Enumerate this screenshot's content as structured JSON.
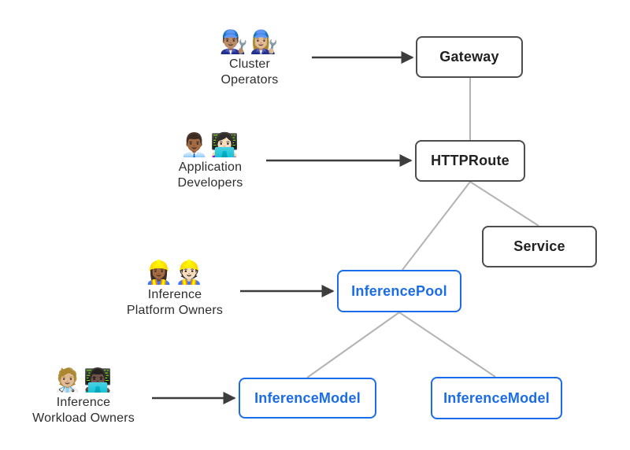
{
  "personas": [
    {
      "id": "cluster-operators",
      "emoji": "👨🏽‍🔧👩🏼‍🔧",
      "label_lines": [
        "Cluster",
        "Operators"
      ]
    },
    {
      "id": "application-developers",
      "emoji": "👨🏾‍💼👩🏻‍💻",
      "label_lines": [
        "Application",
        "Developers"
      ]
    },
    {
      "id": "inference-platform-owners",
      "emoji": "👷🏾‍♀️👷🏻",
      "label_lines": [
        "Inference",
        "Platform Owners"
      ]
    },
    {
      "id": "inference-workload-owners",
      "emoji": "🧑🏼‍⚕️👨🏿‍💻",
      "label_lines": [
        "Inference",
        "Workload Owners"
      ]
    }
  ],
  "nodes": [
    {
      "id": "gateway",
      "label": "Gateway",
      "style": "dark"
    },
    {
      "id": "httproute",
      "label": "HTTPRoute",
      "style": "dark"
    },
    {
      "id": "service",
      "label": "Service",
      "style": "dark"
    },
    {
      "id": "inferencepool",
      "label": "InferencePool",
      "style": "blue"
    },
    {
      "id": "inferencemodel-left",
      "label": "InferenceModel",
      "style": "blue"
    },
    {
      "id": "inferencemodel-right",
      "label": "InferenceModel",
      "style": "blue"
    }
  ],
  "edges": [
    {
      "from": "gateway",
      "to": "httproute",
      "type": "connector"
    },
    {
      "from": "httproute",
      "to": "service",
      "type": "connector"
    },
    {
      "from": "httproute",
      "to": "inferencepool",
      "type": "connector"
    },
    {
      "from": "inferencepool",
      "to": "inferencemodel-left",
      "type": "connector"
    },
    {
      "from": "inferencepool",
      "to": "inferencemodel-right",
      "type": "connector"
    },
    {
      "from": "cluster-operators",
      "to": "gateway",
      "type": "arrow"
    },
    {
      "from": "application-developers",
      "to": "httproute",
      "type": "arrow"
    },
    {
      "from": "inference-platform-owners",
      "to": "inferencepool",
      "type": "arrow"
    },
    {
      "from": "inference-workload-owners",
      "to": "inferencemodel-left",
      "type": "arrow"
    }
  ],
  "colors": {
    "background": "#ffffff",
    "node_border_dark": "#4d4d4d",
    "node_text_dark": "#212121",
    "accent_blue": "#1a6ce8",
    "connector_gray": "#b3b3b3",
    "arrow_dark": "#3d3d3d",
    "label_text": "#2d2d2d"
  }
}
